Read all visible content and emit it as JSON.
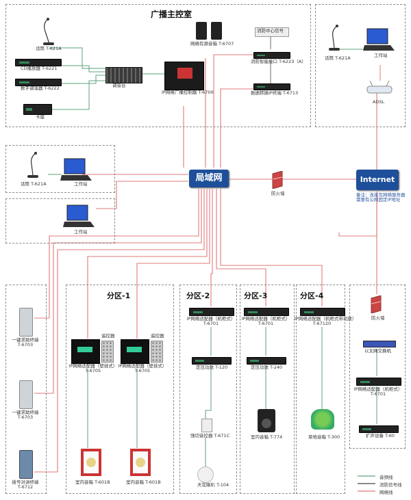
{
  "title": "广播主控室",
  "hubs": {
    "lan": "局域网",
    "internet": "Internet"
  },
  "zones": [
    "分区-1",
    "分区-2",
    "分区-3",
    "分区-4"
  ],
  "control_room": {
    "mic": "话筒 T-621A",
    "cd": "CD播放器 T-6221",
    "tuner": "数字调谐器 T-6222",
    "cassette": "卡座",
    "mixer": "调音台",
    "server": "IP网络广播控制器 T-6700",
    "speakers": "网络有源音箱 T-6707",
    "fire_signal": "消防中心信号",
    "fire_interface": "消防智能接口 T-6223（A）",
    "data_interface": "数据转换IP终端 T-6713"
  },
  "remote_office": {
    "mic": "话筒 T-621A",
    "workstation": "工作站",
    "adsl": "ADSL"
  },
  "lan_stations": {
    "mic": "话筒 T-621A",
    "workstation1": "工作站",
    "workstation2": "工作站"
  },
  "firewall": "防火墙",
  "note": "备注：连接互网络服务器需要有公网固定IP地址",
  "left_column": {
    "help1": "一键求助终端\nT-6703",
    "help2": "一键求助终端\nT-6703",
    "intercom": "拨号对讲终端\nT-6712"
  },
  "zone1": {
    "term1": "IP网络适配器（壁挂式）\nT-6705",
    "term2": "IP网络适配器（壁挂式）\nT-6705",
    "remote1": "遥控器",
    "remote2": "遥控器",
    "spk1": "室内音箱 T-601B",
    "spk2": "室内音箱 T-601B"
  },
  "zone2": {
    "adapter": "IP网络适配器（机柜式）\nT-6701",
    "amp": "定压功放 T-120",
    "volume": "强切音控器 T-671C",
    "ceiling": "天花喇叭 T-104"
  },
  "zone3": {
    "adapter": "IP网络适配器（机柜式）\nT-6701",
    "amp": "定压功放 T-240",
    "speaker": "室内音箱 T-774"
  },
  "zone4": {
    "adapter": "IP网络适配器（机柜式带功放）\nT-67120",
    "speaker": "草地音箱 T-300"
  },
  "right_column": {
    "firewall": "防火墙",
    "switch": "以太网交换机",
    "adapter": "IP网络适配器（机柜式）\nT-6701",
    "amp": "扩声设备 T-60"
  },
  "legend": {
    "audio": "音频线",
    "fire": "消防信号线",
    "network": "网络线"
  },
  "colors": {
    "network": "#e06c6c",
    "audio": "#4a9b6a",
    "hub": "#1e4f9a"
  }
}
